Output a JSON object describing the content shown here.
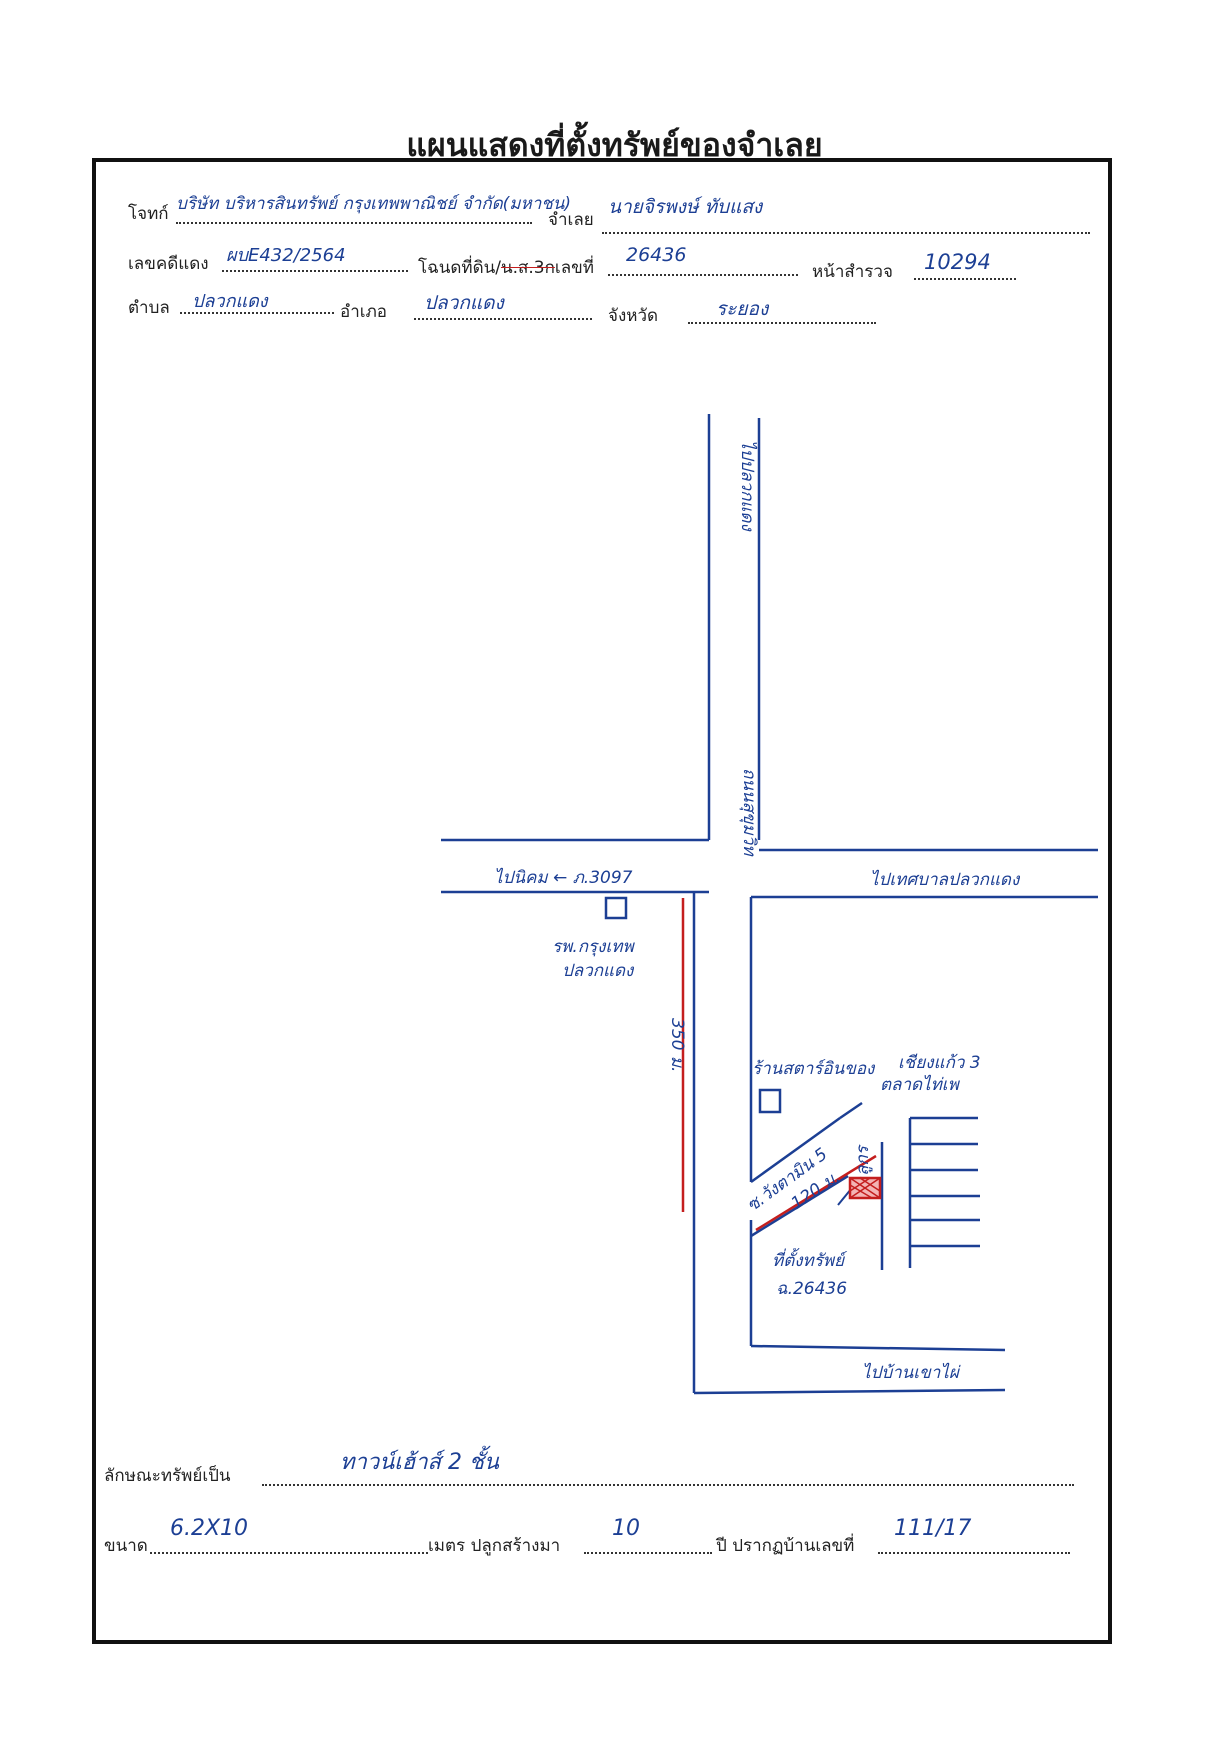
{
  "title": "แผนแสดงที่ตั้งทรัพย์ของจำเลย",
  "header": {
    "plaintiff_label": "โจทก์",
    "plaintiff_value": "บริษัท บริหารสินทรัพย์ กรุงเทพพาณิชย์ จำกัด(มหาชน)",
    "defendant_label": "จำเลย",
    "defendant_value": "นายจิรพงษ์ ทับแสง",
    "case_label": "เลขคดีแดง",
    "case_value": "ผบE432/2564",
    "deed_label_prefix": "โฉนดที่ดิน/",
    "deed_label_struck": "น.ส.3ก",
    "deed_label_suffix": "เลขที่",
    "deed_value": "26436",
    "survey_label": "หน้าสำรวจ",
    "survey_value": "10294",
    "subdistrict_label": "ตำบล",
    "subdistrict_value": "ปลวกแดง",
    "district_label": "อำเภอ",
    "district_value": "ปลวกแดง",
    "province_label": "จังหวัด",
    "province_value": "ระยอง"
  },
  "map": {
    "north_road": "ไปปลวกแดง",
    "main_road_name": "ถนนสุขุมวิท",
    "west_road": "ไปนิคม ← ภ.3097",
    "east_road": "ไปเทศบาลปลวกแดง",
    "southeast_road": "ไปบ้านเขาไผ่",
    "hospital": [
      "รพ.กรุงเทพ",
      "ปลวกแดง"
    ],
    "distance_main": "350 ม.",
    "shops": [
      "ร้านสตาร์อินของ",
      "เชียงแก้ว 3",
      "ตลาดไท่เพ"
    ],
    "soi_name": "ซ.วังตามิน 5",
    "soi_distance": "120 ม.",
    "property_side": "ลูกร",
    "property_note": [
      "ที่ตั้งทรัพย์",
      "ฉ.26436"
    ],
    "property_color": "#c41e1e",
    "ink_color": "#1c3f94"
  },
  "footer": {
    "property_type_label": "ลักษณะทรัพย์เป็น",
    "property_type_value": "ทาวน์เฮ้าส์ 2 ชั้น",
    "size_label": "ขนาด",
    "size_value": "6.2X10",
    "build_label": "เมตร ปลูกสร้างมา",
    "build_value": "10",
    "house_label": "ปี ปรากฏบ้านเลขที่",
    "house_value": "111/17"
  }
}
